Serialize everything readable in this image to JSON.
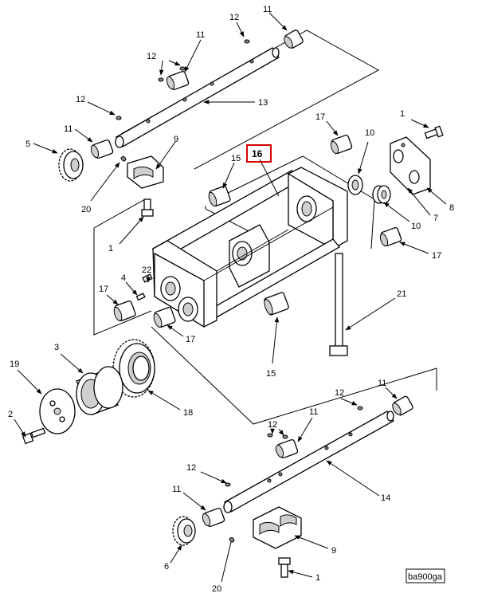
{
  "figure_code": "ba900ga",
  "highlighted_callout": "16",
  "callouts": {
    "c1a": "1",
    "c1b": "1",
    "c1c": "1",
    "c2": "2",
    "c3": "3",
    "c4": "4",
    "c5": "5",
    "c6": "6",
    "c7": "7",
    "c8": "8",
    "c9a": "9",
    "c9b": "9",
    "c10a": "10",
    "c10b": "10",
    "c11a": "11",
    "c11b": "11",
    "c11c": "11",
    "c11d": "11",
    "c11e": "11",
    "c11f": "11",
    "c12a": "12",
    "c12b": "12",
    "c12c": "12",
    "c12d": "12",
    "c12e": "12",
    "c12f": "12",
    "c13": "13",
    "c14": "14",
    "c15a": "15",
    "c15b": "15",
    "c17a": "17",
    "c17b": "17",
    "c17c": "17",
    "c17d": "17",
    "c18": "18",
    "c19": "19",
    "c20a": "20",
    "c20b": "20",
    "c21": "21",
    "c22": "22"
  }
}
